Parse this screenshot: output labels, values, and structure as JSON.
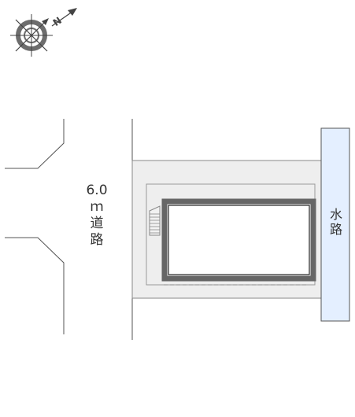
{
  "compass": {
    "icon": "compass-north-arrow-icon",
    "north_label": "N"
  },
  "road": {
    "label": "6.0\nｍ\n道\n路"
  },
  "waterway": {
    "label": "水\n路",
    "fill": "#e4efff"
  },
  "colors": {
    "line": "#555555",
    "lot_fill": "#eeeeee",
    "building_outline": "#666666",
    "building_fill": "#ffffff"
  },
  "icons": {
    "stairs": "stairs-icon"
  }
}
